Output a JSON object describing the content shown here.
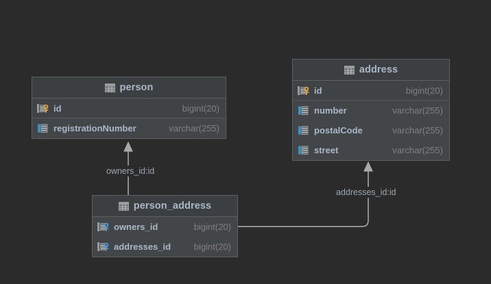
{
  "diagram": {
    "background_color": "#2b2b2b",
    "entity_header_color": "#3c3f41",
    "entity_body_color": "#434649",
    "border_color": "#5e6060",
    "name_color": "#a9b7c6",
    "type_color": "#808080",
    "pk_key_color": "#d9a343",
    "fk_key_color": "#4a9bd1",
    "connector_color": "#b5b5b5"
  },
  "entities": [
    {
      "name": "person",
      "icon": "table-icon",
      "columns": [
        {
          "name": "id",
          "type": "bigint(20)",
          "icon": "primary-key-icon",
          "is_key": true
        },
        {
          "name": "registrationNumber",
          "type": "varchar(255)",
          "icon": "column-icon",
          "is_key": false
        }
      ]
    },
    {
      "name": "address",
      "icon": "table-icon",
      "columns": [
        {
          "name": "id",
          "type": "bigint(20)",
          "icon": "primary-key-icon",
          "is_key": true
        },
        {
          "name": "number",
          "type": "varchar(255)",
          "icon": "column-icon",
          "is_key": false
        },
        {
          "name": "postalCode",
          "type": "varchar(255)",
          "icon": "column-icon",
          "is_key": false
        },
        {
          "name": "street",
          "type": "varchar(255)",
          "icon": "column-icon",
          "is_key": false
        }
      ]
    },
    {
      "name": "person_address",
      "icon": "table-icon",
      "columns": [
        {
          "name": "owners_id",
          "type": "bigint(20)",
          "icon": "foreign-key-icon",
          "is_key": true
        },
        {
          "name": "addresses_id",
          "type": "bigint(20)",
          "icon": "foreign-key-icon",
          "is_key": true
        }
      ]
    }
  ],
  "relationships": [
    {
      "label": "owners_id:id",
      "from": "person_address",
      "to": "person"
    },
    {
      "label": "addresses_id:id",
      "from": "person_address",
      "to": "address"
    }
  ]
}
